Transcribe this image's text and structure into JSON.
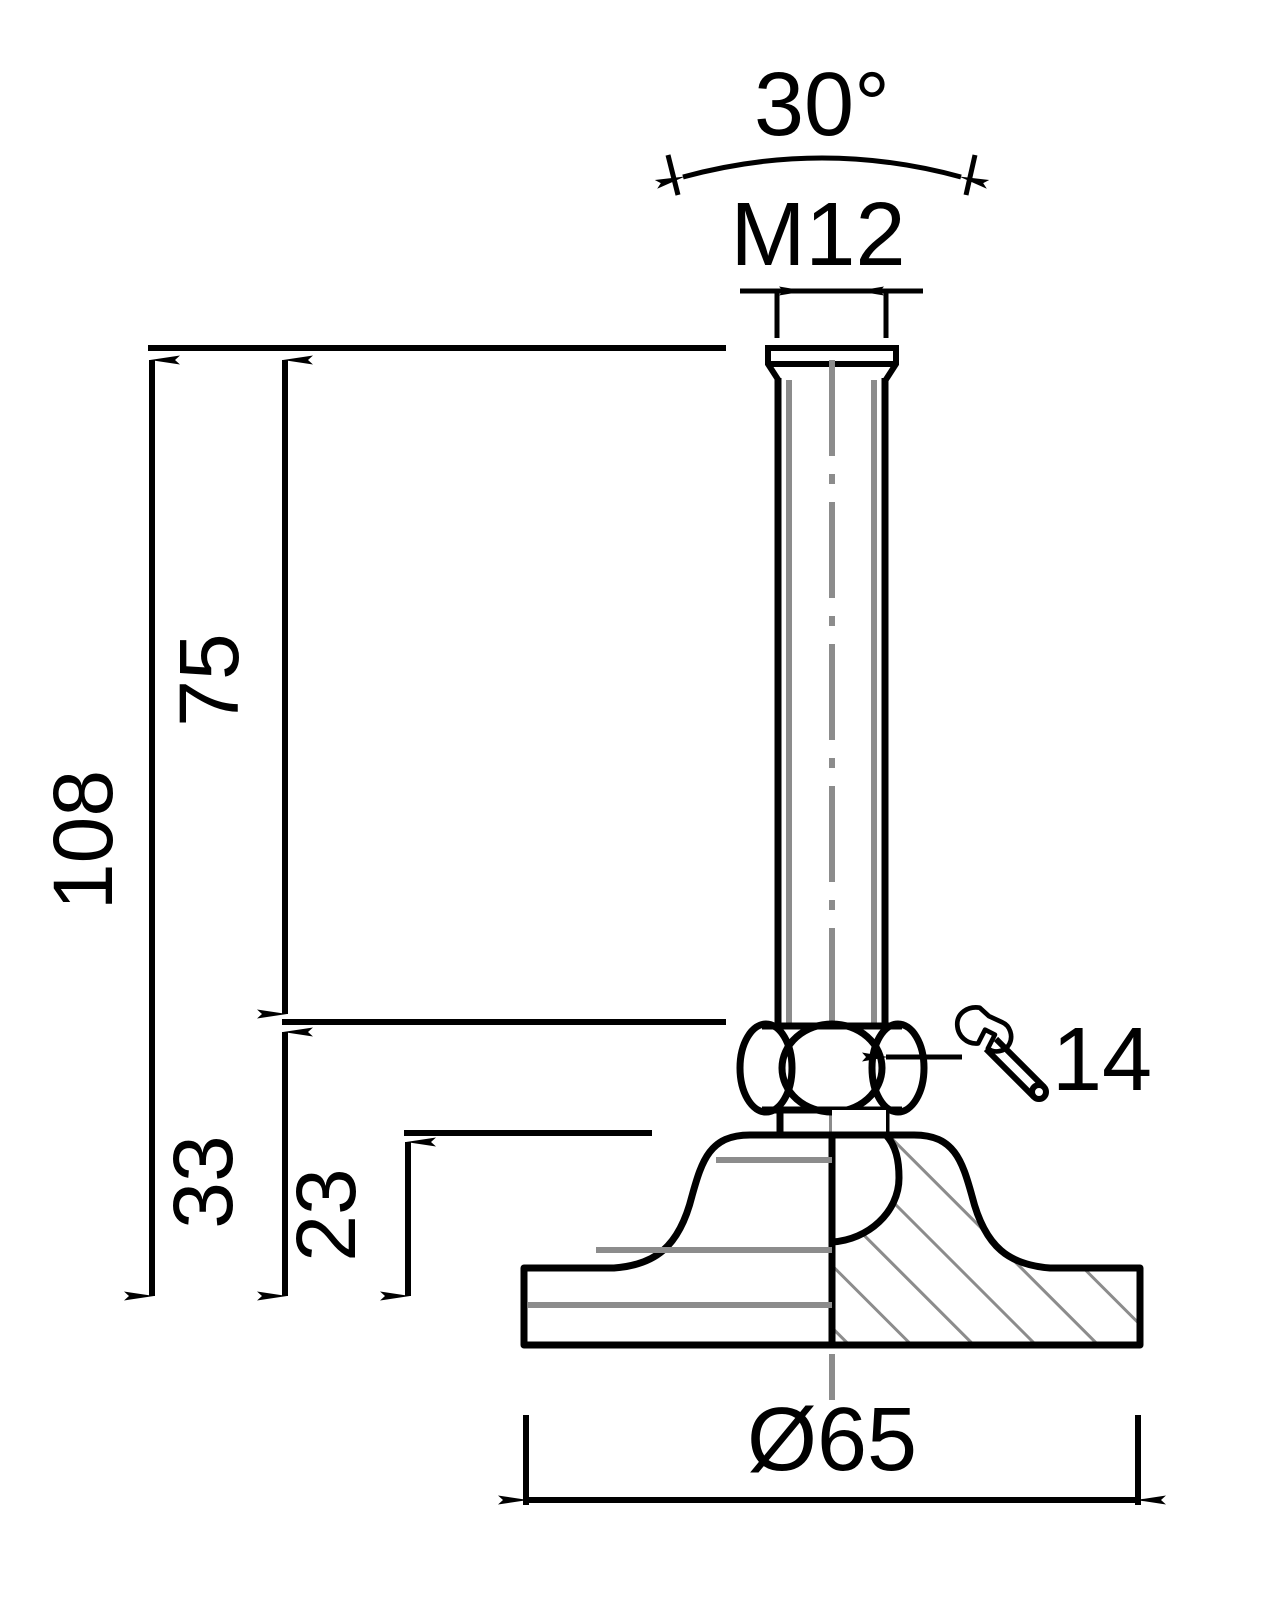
{
  "drawing": {
    "title": "Leveling foot / adjustable machine foot - dimensioned technical drawing",
    "units": "mm",
    "line_color": "#000000",
    "hatch_color": "#8c8c8c",
    "detail_color": "#8c8c8c",
    "background": "#ffffff"
  },
  "dimensions": {
    "angle": {
      "label": "30°",
      "name": "chamfer-angle",
      "orientation": "horizontal"
    },
    "thread": {
      "label": "M12",
      "name": "thread-size",
      "orientation": "horizontal"
    },
    "total_height": {
      "label": "108",
      "name": "overall-height",
      "orientation": "vertical-rotated"
    },
    "stud_length": {
      "label": "75",
      "name": "stud-length",
      "orientation": "vertical-rotated"
    },
    "base_plus_nut": {
      "label": "33",
      "name": "base-and-nut-height",
      "orientation": "vertical-rotated"
    },
    "base_height": {
      "label": "23",
      "name": "base-height",
      "orientation": "vertical-rotated"
    },
    "base_diameter": {
      "label": "Ø65",
      "name": "base-diameter",
      "orientation": "horizontal"
    },
    "wrench_size": {
      "label": "14",
      "name": "wrench-size",
      "icon": "wrench-icon",
      "orientation": "horizontal"
    }
  }
}
